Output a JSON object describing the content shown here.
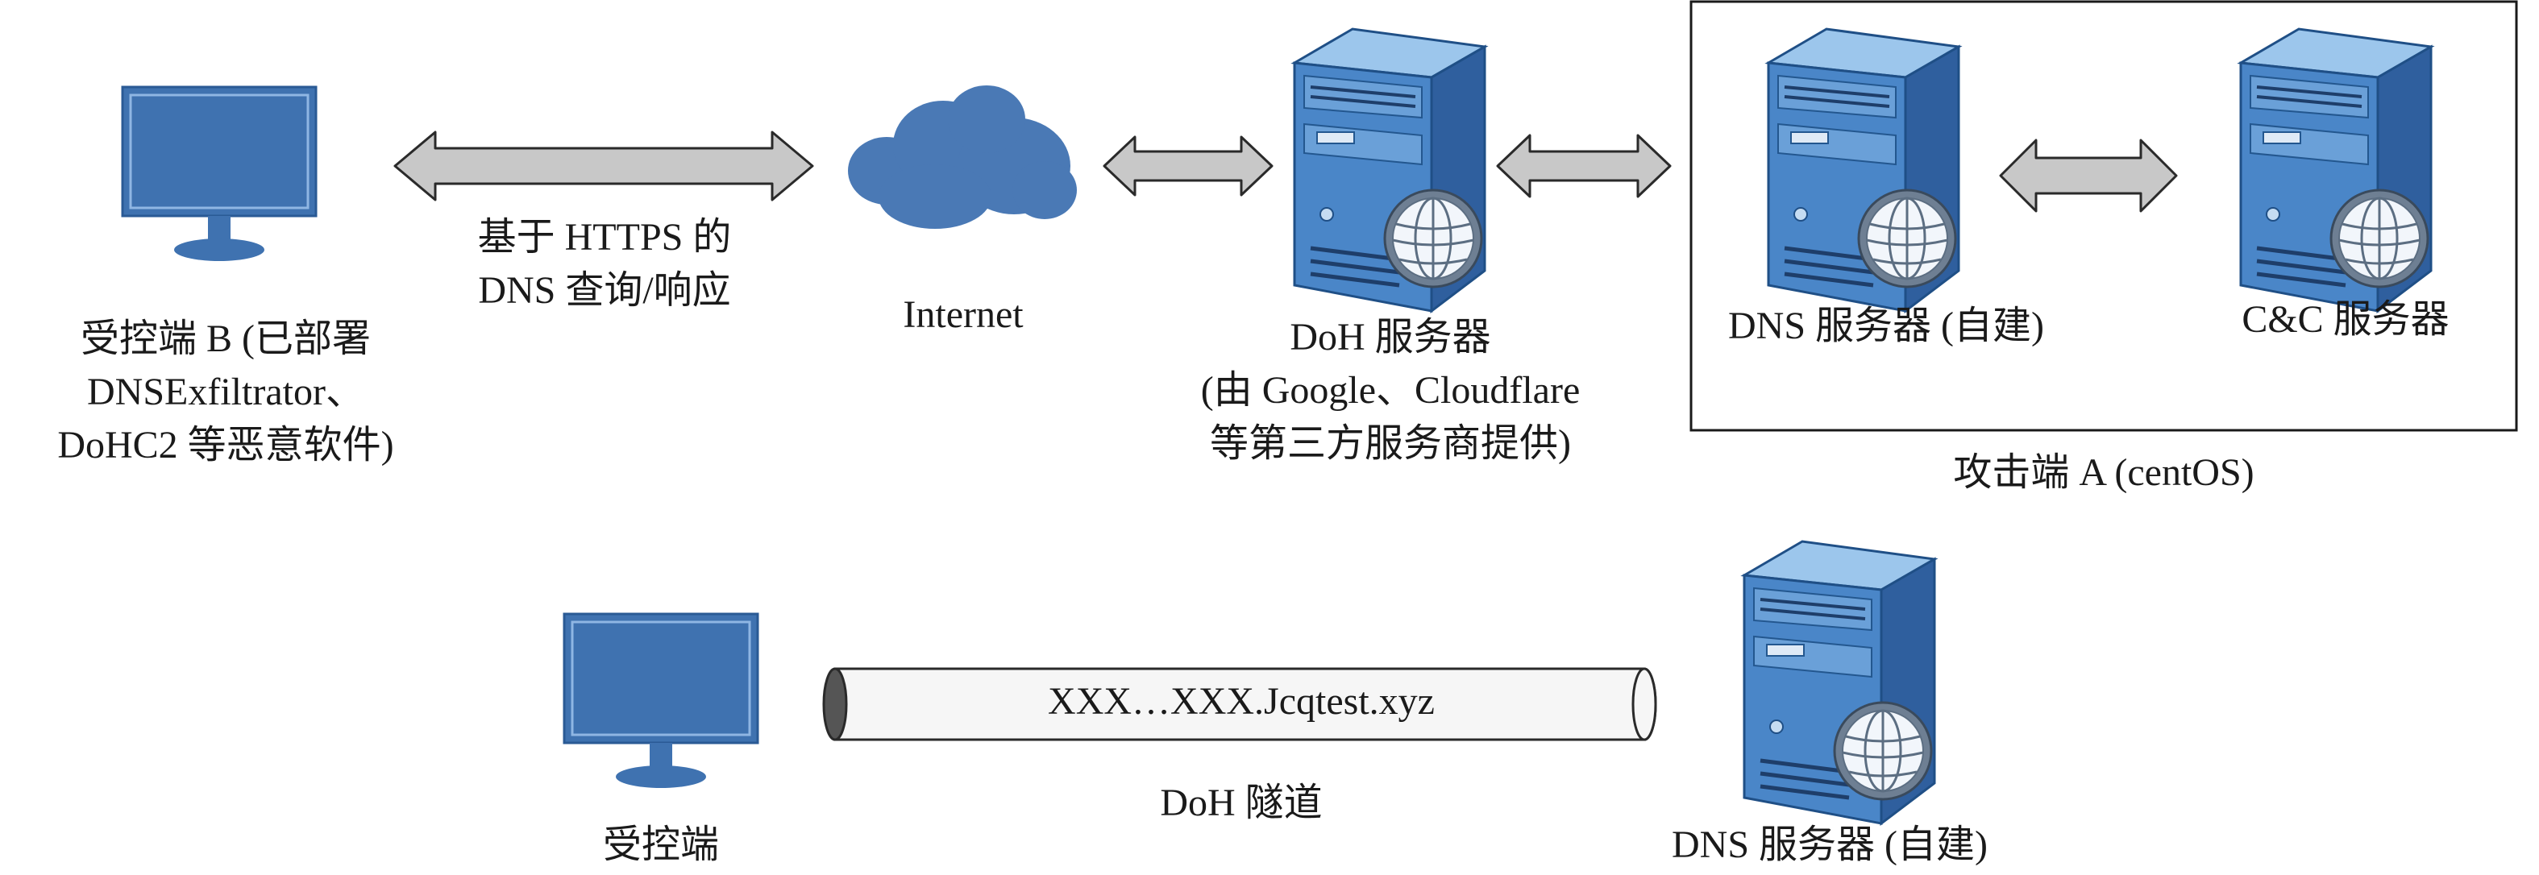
{
  "top": {
    "victim_label": [
      "受控端 B (已部署",
      "DNSExfiltrator、",
      "DoHC2 等恶意软件)"
    ],
    "link_label": [
      "基于 HTTPS 的",
      "DNS 查询/响应"
    ],
    "internet_label": "Internet",
    "doh_label": [
      "DoH 服务器",
      "(由 Google、Cloudflare",
      "等第三方服务商提供)"
    ],
    "dns_label": "DNS 服务器 (自建)",
    "cc_label": "C&C 服务器",
    "attacker_label": "攻击端 A (centOS)"
  },
  "bottom": {
    "victim_label": "受控端",
    "tunnel_text": "XXX…XXX.Jcqtest.xyz",
    "tunnel_label": "DoH 隧道",
    "dns_label": "DNS 服务器 (自建)"
  },
  "colors": {
    "monitor": "#3f72b0",
    "server": "#4a86c8",
    "cloud": "#4a79b5",
    "arrow_fill": "#c8c8c8",
    "arrow_stroke": "#2a2a2a"
  },
  "icons": [
    "monitor-icon",
    "cloud-icon",
    "server-icon",
    "globe-icon",
    "double-arrow-icon",
    "tunnel-pipe-icon"
  ]
}
